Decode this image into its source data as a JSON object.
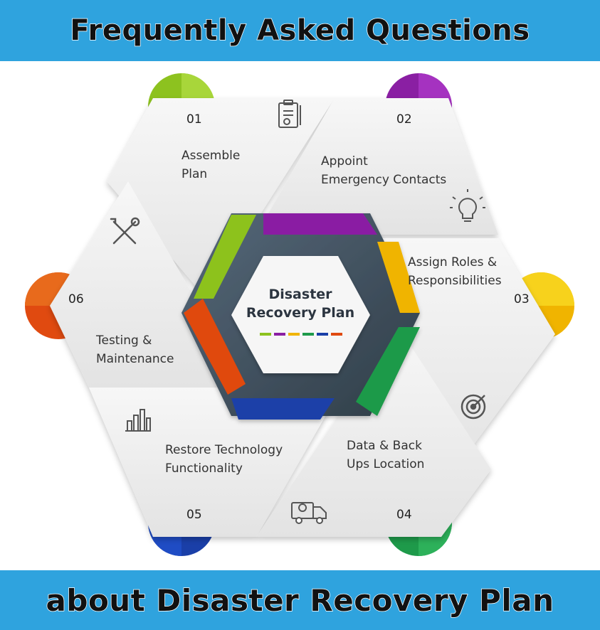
{
  "header": {
    "title": "Frequently Asked Questions"
  },
  "footer": {
    "title": "about Disaster Recovery Plan"
  },
  "center": {
    "title_line1": "Disaster",
    "title_line2": "Recovery Plan"
  },
  "steps": [
    {
      "number": "01",
      "label_line1": "Assemble",
      "label_line2": "Plan",
      "icon": "clipboard-icon",
      "color": "#8dc21f"
    },
    {
      "number": "02",
      "label_line1": "Appoint",
      "label_line2": "Emergency Contacts",
      "icon": "lightbulb-icon",
      "color": "#8a1fa3"
    },
    {
      "number": "03",
      "label_line1": "Assign Roles &",
      "label_line2": "Responsibilities",
      "icon": "target-icon",
      "color": "#f0b400"
    },
    {
      "number": "04",
      "label_line1": "Data & Back",
      "label_line2": "Ups Location",
      "icon": "delivery-truck-icon",
      "color": "#1e9a4a"
    },
    {
      "number": "05",
      "label_line1": "Restore Technology",
      "label_line2": "Functionality",
      "icon": "bar-chart-icon",
      "color": "#1a3fa8"
    },
    {
      "number": "06",
      "label_line1": "Testing &",
      "label_line2": "Maintenance",
      "icon": "tools-icon",
      "color": "#e04a10"
    }
  ],
  "colors": {
    "banner": "#2fa3de",
    "panel": "#eeeeee",
    "ring": "#3d4f5c"
  }
}
